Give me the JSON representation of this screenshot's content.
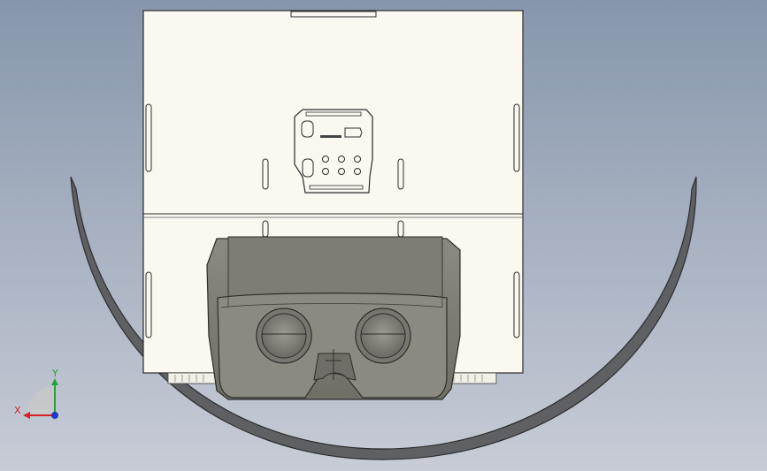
{
  "app": {
    "view": "cad-model-viewport"
  },
  "colors": {
    "background_top": "#8796ac",
    "background_bottom": "#c7ccd6",
    "panel_face": "#fbf8f0",
    "panel_stroke": "#2b2b2b",
    "headset_shell": "#7f7f74",
    "headset_shell_dark": "#5f5f57",
    "ring": "#595a5d",
    "axis_x": "#d62222",
    "axis_y": "#23a338",
    "axis_z": "#2138c9"
  },
  "triad": {
    "x_label": "X",
    "y_label": "Y"
  }
}
